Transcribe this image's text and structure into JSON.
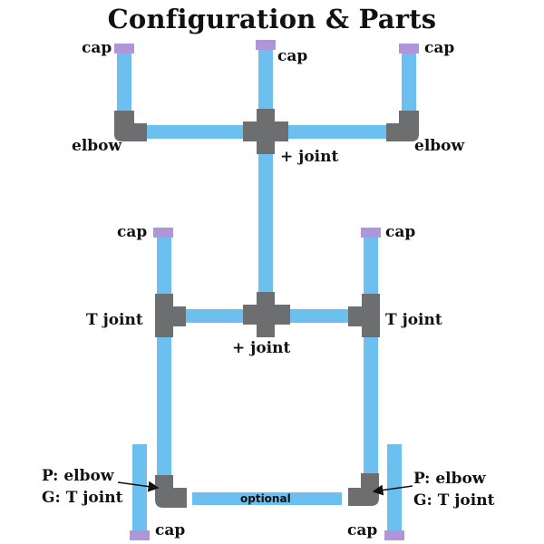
{
  "title": "Configuration & Parts",
  "labels": {
    "cap": "cap",
    "elbow": "elbow",
    "plus_joint": "+ joint",
    "t_joint": "T joint",
    "p_elbow": "P: elbow",
    "g_t_joint": "G: T joint",
    "optional": "optional"
  },
  "colors": {
    "pipe": "#6cc0f0",
    "fitting": "#6c6e70",
    "cap": "#b096d9"
  }
}
